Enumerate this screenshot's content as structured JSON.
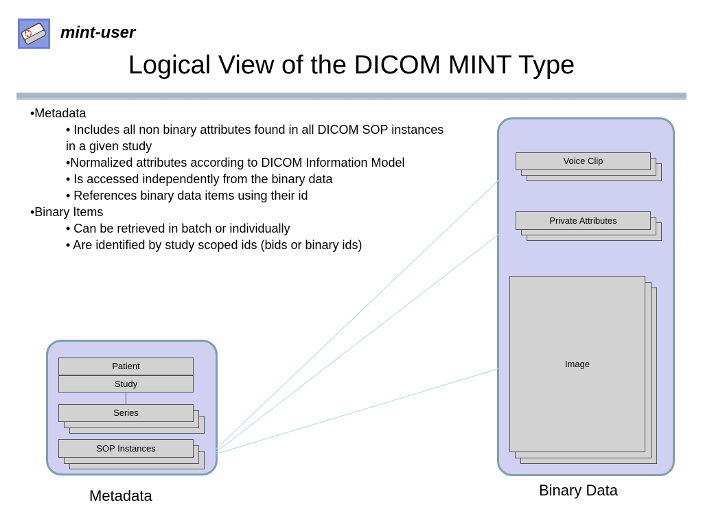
{
  "header": {
    "brand": "mint-user",
    "title": "Logical View of the DICOM MINT Type",
    "logo_icon": "software-box-icon"
  },
  "bullets": [
    {
      "level": 1,
      "text": "•Metadata"
    },
    {
      "level": 2,
      "text": "• Includes all non binary attributes found in all DICOM SOP instances in a given study"
    },
    {
      "level": 2,
      "text": "•Normalized attributes according to DICOM Information Model"
    },
    {
      "level": 2,
      "text": "• Is accessed independently from the binary data"
    },
    {
      "level": 2,
      "text": "• References binary data items using their id"
    },
    {
      "level": 1,
      "text": "•Binary Items"
    },
    {
      "level": 2,
      "text": "• Can be retrieved in batch or individually"
    },
    {
      "level": 2,
      "text": "• Are identified by study scoped ids (bids or binary ids)"
    }
  ],
  "metadata_panel": {
    "label": "Metadata",
    "patient": "Patient",
    "study": "Study",
    "series": "Series",
    "sop_instances": "SOP Instances"
  },
  "binary_panel": {
    "label": "Binary Data",
    "voice_clip": "Voice Clip",
    "private_attributes": "Private Attributes",
    "image": "Image"
  },
  "colors": {
    "panel_fill": "#d0d0f2",
    "panel_border": "#7f9fa8",
    "box_fill": "#d2d2d2",
    "connector": "#a8dce0"
  }
}
